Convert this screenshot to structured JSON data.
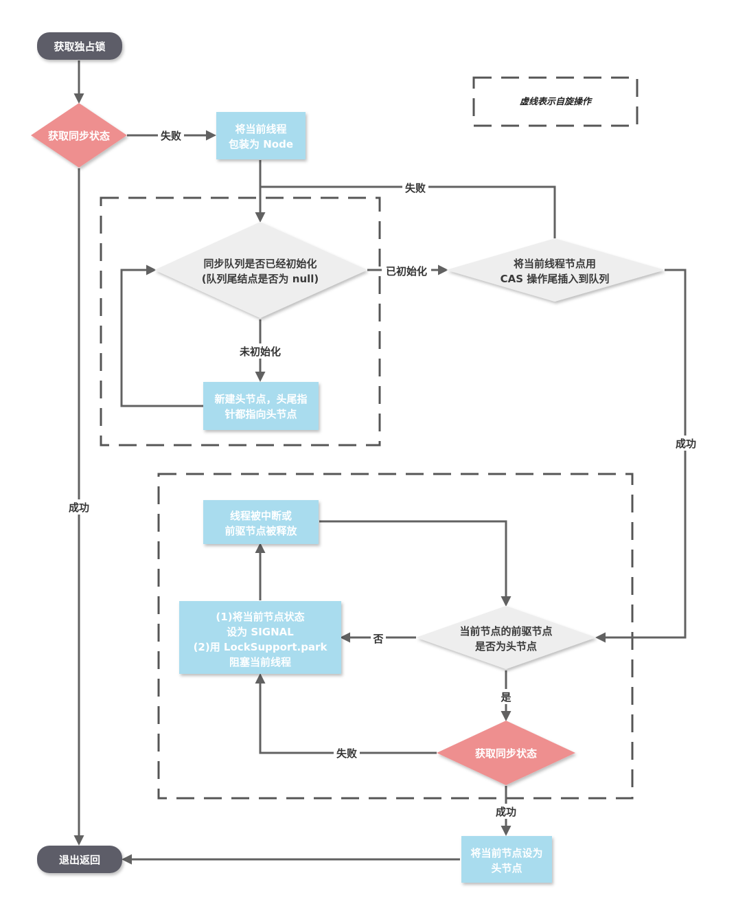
{
  "nodes": {
    "start": "获取独占锁",
    "try1": "获取同步状态",
    "wrap": [
      "将当前线程",
      "包装为 Node"
    ],
    "init_check": [
      "同步队列是否已经初始化",
      "(队列尾结点是否为 null)"
    ],
    "new_head": [
      "新建头节点，头尾指",
      "针都指向头节点"
    ],
    "cas_enq": [
      "将当前线程节点用",
      "CAS 操作尾插入到队列"
    ],
    "interrupted": [
      "线程被中断或",
      "前驱节点被释放"
    ],
    "park": [
      "(1)将当前节点状态",
      "设为 SIGNAL",
      "(2)用 LockSupport.park",
      "阻塞当前线程"
    ],
    "pred_check": [
      "当前节点的前驱节点",
      "是否为头节点"
    ],
    "try2": "获取同步状态",
    "set_head": [
      "将当前节点设为",
      "头节点"
    ],
    "exit": "退出返回"
  },
  "edge_labels": {
    "fail_wrap": "失败",
    "fail_cas": "失败",
    "initialized": "已初始化",
    "not_initialized": "未初始化",
    "success_left": "成功",
    "success_right": "成功",
    "no": "否",
    "yes": "是",
    "fail_try2": "失败",
    "success_try2": "成功"
  },
  "legend": "虚线表示自旋操作",
  "colors": {
    "terminal": "#5d5d68",
    "decision_red": "#ee8f8f",
    "process_blue": "#a9dcee",
    "decision_gray": "#eeeeee",
    "line": "#616161",
    "dash": "#555555"
  }
}
